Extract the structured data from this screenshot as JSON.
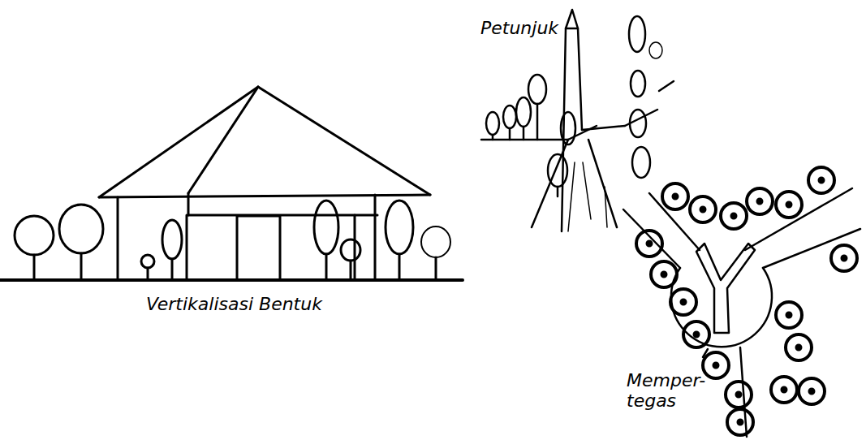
{
  "diagram": {
    "labels": [
      "Petunjuk",
      "Vertikalisasi Bentuk",
      "Memper- tegas"
    ]
  }
}
